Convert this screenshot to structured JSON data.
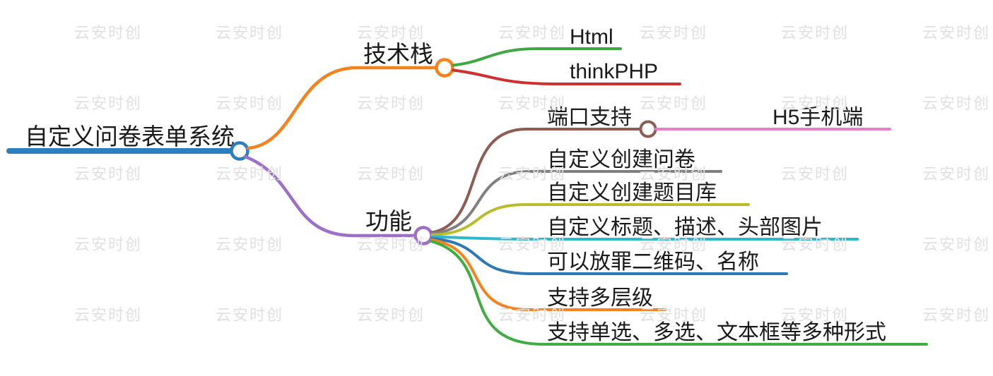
{
  "watermark": {
    "text": "云安时创",
    "color": "#e0e0e0"
  },
  "mindmap": {
    "root": {
      "label": "自定义问卷表单系统",
      "color": "#2a7fc1"
    },
    "branches": [
      {
        "label": "技术栈",
        "color": "#f5821f",
        "children": [
          {
            "label": "Html",
            "color": "#3fa843"
          },
          {
            "label": "thinkPHP",
            "color": "#cf2f2f"
          }
        ]
      },
      {
        "label": "功能",
        "color": "#9e6fc7",
        "children": [
          {
            "label": "端口支持",
            "color": "#8e5c52",
            "children": [
              {
                "label": "H5手机端",
                "color": "#e97fc6"
              }
            ]
          },
          {
            "label": "自定义创建问卷",
            "color": "#808080"
          },
          {
            "label": "自定义创建题目库",
            "color": "#b9bd2b"
          },
          {
            "label": "自定义标题、描述、头部图片",
            "color": "#2eb7cd"
          },
          {
            "label": "可以放罪二维码、名称",
            "color": "#2e78b8"
          },
          {
            "label": "支持多层级",
            "color": "#f5821f"
          },
          {
            "label": "支持单选、多选、文本框等多种形式",
            "color": "#3fae41"
          }
        ]
      }
    ]
  }
}
